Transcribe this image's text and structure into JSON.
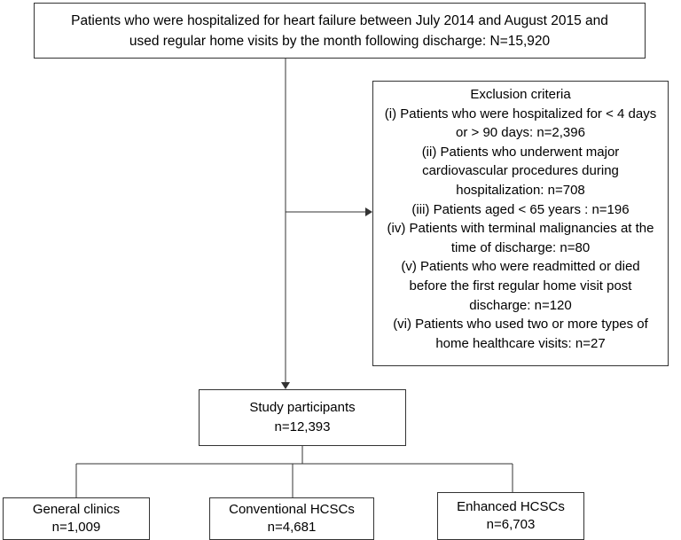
{
  "boxes": {
    "top": {
      "lines": [
        "Patients who were hospitalized for heart failure between July 2014 and August 2015 and",
        "used regular home visits by the month following discharge: N=15,920"
      ]
    },
    "exclusion": {
      "lines": [
        "Exclusion criteria",
        "(i) Patients who were hospitalized for < 4 days",
        "or > 90 days: n=2,396",
        "(ii) Patients who underwent major",
        "cardiovascular procedures during",
        "hospitalization: n=708",
        "(iii) Patients aged < 65 years : n=196",
        "(iv) Patients with terminal malignancies at the",
        "time of discharge: n=80",
        "(v)  Patients who were readmitted or died",
        "before the first regular home visit post",
        "discharge: n=120",
        "(vi) Patients who used two or more types of",
        "home healthcare visits: n=27"
      ]
    },
    "study": {
      "lines": [
        "Study participants",
        "n=12,393"
      ]
    },
    "general": {
      "lines": [
        "General clinics",
        "n=1,009"
      ]
    },
    "conventional": {
      "lines": [
        "Conventional HCSCs",
        "n=4,681"
      ]
    },
    "enhanced": {
      "lines": [
        "Enhanced HCSCs",
        "n=6,703"
      ]
    }
  },
  "colors": {
    "line": "#333333",
    "background": "#ffffff",
    "text": "#000000"
  }
}
